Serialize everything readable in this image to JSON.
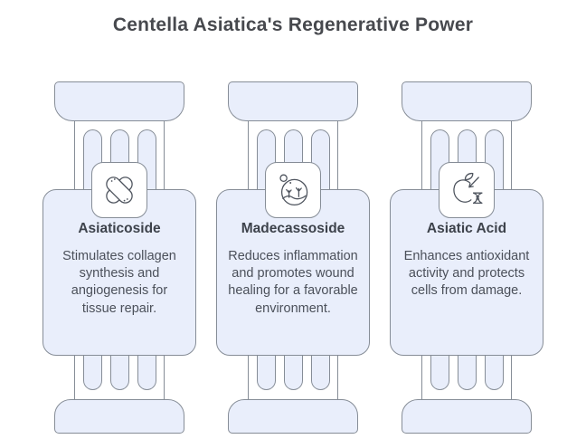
{
  "page": {
    "title": "Centella Asiatica's Regenerative Power"
  },
  "theme": {
    "page_bg": "#ffffff",
    "fill": "#e9eefb",
    "stroke": "#868d97",
    "icon_stroke": "#4e545e",
    "title_color": "#47494e",
    "card_title_color": "#3d424b",
    "card_text_color": "#4b505a"
  },
  "columns": [
    {
      "icon": "crossed-bandages-icon",
      "title": "Asiaticoside",
      "description": "Stimulates collagen synthesis and angiogenesis for tissue repair."
    },
    {
      "icon": "plant-landscape-icon",
      "title": "Madecassoside",
      "description": "Reduces inflammation and promotes wound healing for a favorable environment."
    },
    {
      "icon": "apple-dna-icon",
      "title": "Asiatic Acid",
      "description": "Enhances antioxidant activity and protects cells from damage."
    }
  ]
}
